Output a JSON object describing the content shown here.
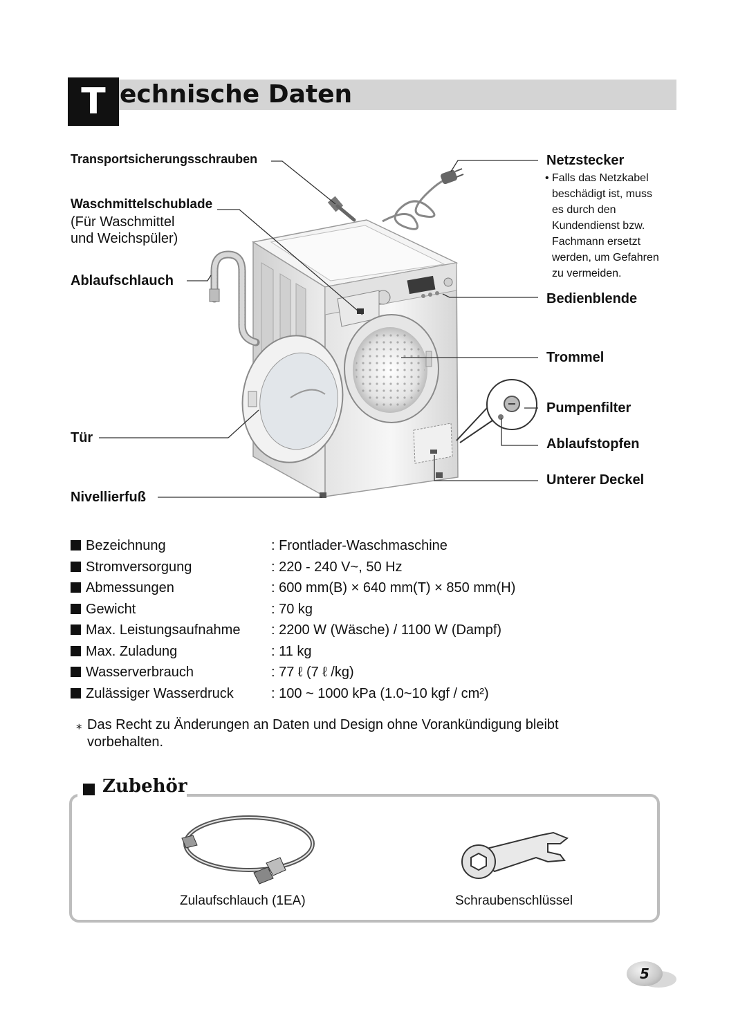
{
  "header": {
    "initial": "T",
    "title_rest": "echnische Daten"
  },
  "diagram": {
    "transport_screws": "Transportsicherungsschrauben",
    "detergent_drawer": "Waschmittelschublade",
    "detergent_drawer_sub_1": "(Für Waschmittel",
    "detergent_drawer_sub_2": "und Weichspüler)",
    "drain_hose": "Ablaufschlauch",
    "door": "Tür",
    "leveling_foot": "Nivellierfuß",
    "power_plug": "Netzstecker",
    "power_plug_note": {
      "bullet": "•",
      "lines": [
        "Falls das Netzkabel",
        "beschädigt ist, muss",
        "es durch den",
        "Kundendienst bzw.",
        "Fachmann ersetzt",
        "werden, um Gefahren",
        "zu vermeiden."
      ]
    },
    "control_panel": "Bedienblende",
    "drum": "Trommel",
    "pump_filter": "Pumpenfilter",
    "drain_plug": "Ablaufstopfen",
    "lower_cover": "Unterer Deckel"
  },
  "specs": [
    {
      "label": "Bezeichnung",
      "value": ": Frontlader-Waschmaschine"
    },
    {
      "label": "Stromversorgung",
      "value": ": 220 - 240 V~, 50 Hz"
    },
    {
      "label": "Abmessungen",
      "value": ": 600 mm(B) × 640 mm(T) × 850 mm(H)"
    },
    {
      "label": "Gewicht",
      "value": ": 70 kg"
    },
    {
      "label": "Max. Leistungsaufnahme",
      "value": ": 2200 W (Wäsche) / 1100 W (Dampf)"
    },
    {
      "label": "Max. Zuladung",
      "value": ": 11 kg"
    },
    {
      "label": "Wasserverbrauch",
      "value": ": 77 ℓ (7 ℓ /kg)"
    },
    {
      "label": "Zulässiger Wasserdruck",
      "value": ": 100 ~ 1000 kPa (1.0~10 kgf / cm²)"
    }
  ],
  "disclaimer": {
    "symbol": "⁎",
    "text": "Das Recht zu Änderungen an Daten und Design ohne Vorankündigung bleibt vorbehalten."
  },
  "accessories": {
    "title": "Zubehör",
    "items": [
      {
        "label": "Zulaufschlauch (1EA)",
        "icon": "inlet-hose-icon"
      },
      {
        "label": "Schraubenschlüssel",
        "icon": "wrench-icon"
      }
    ]
  },
  "page_number": "5"
}
